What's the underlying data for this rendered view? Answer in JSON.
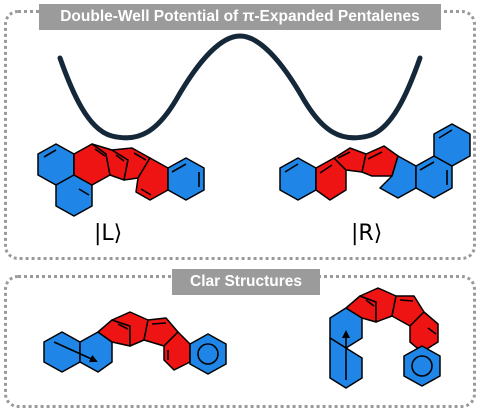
{
  "top_panel": {
    "title": "Double-Well Potential of π-Expanded Pentalenes",
    "state_left_label": "|L⟩",
    "state_right_label": "|R⟩"
  },
  "bottom_panel": {
    "title": "Clar Structures"
  },
  "colors": {
    "blue": "#1f86e8",
    "red": "#ee1414",
    "curve": "#14283a",
    "frame": "#9a9a9a",
    "title_bg": "#9b9b9b"
  }
}
